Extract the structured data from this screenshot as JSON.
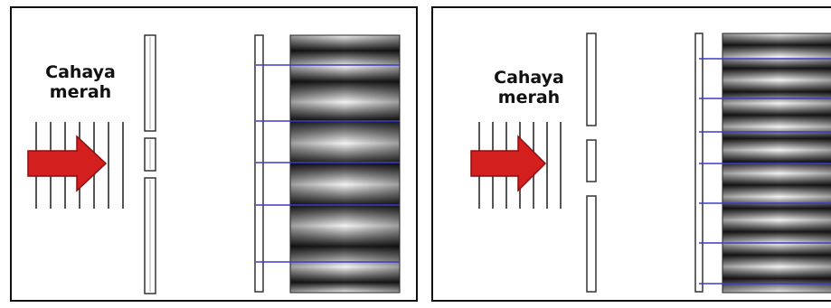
{
  "panels": [
    {
      "label_line1": "Cahaya",
      "label_line2": "merah"
    },
    {
      "label_line1": "Cahaya",
      "label_line2": "merah"
    }
  ],
  "colors": {
    "arrow": "#d41f1f",
    "arrow_dark": "#8a0f0f",
    "wave_lines": "#555555",
    "fringe_lines": "#3a3ad0",
    "frame": "#111111"
  }
}
